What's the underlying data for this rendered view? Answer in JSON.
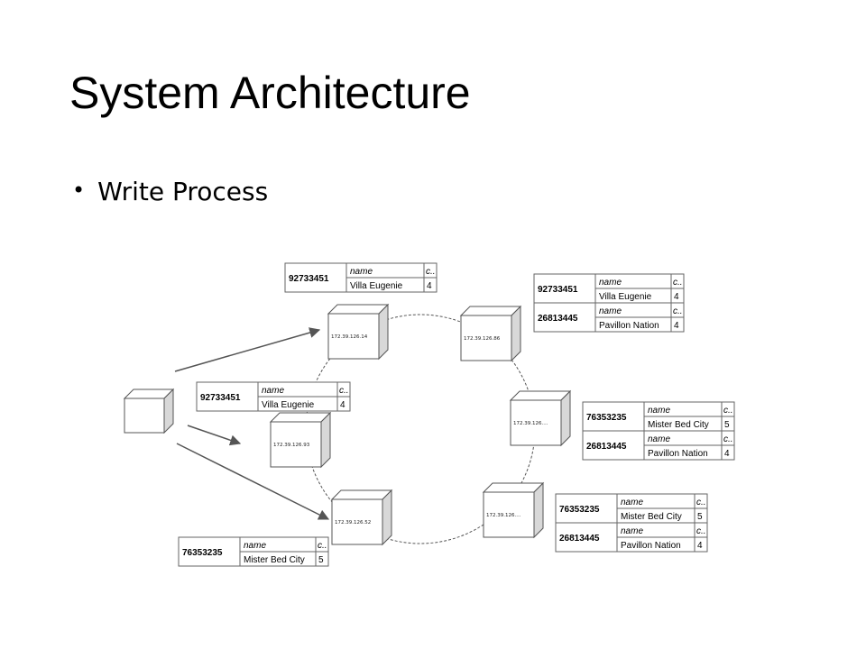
{
  "title": "System Architecture",
  "bullets": [
    "Write Process"
  ],
  "nodes": [
    {
      "id": "n1",
      "label": "172.39.126.14"
    },
    {
      "id": "n2",
      "label": "172.39.126.86"
    },
    {
      "id": "n3",
      "label": "172.39.126...."
    },
    {
      "id": "n4",
      "label": "172.39.126...."
    },
    {
      "id": "n5",
      "label": "172.39.126.52"
    },
    {
      "id": "n6",
      "label": "172.39.126.93"
    }
  ],
  "tables": [
    {
      "id": "t-n1",
      "rows": [
        {
          "key": "92733451",
          "hdr": [
            "name",
            "c.."
          ],
          "val": [
            "Villa Eugenie",
            "4"
          ]
        }
      ]
    },
    {
      "id": "t-n2",
      "rows": [
        {
          "key": "92733451",
          "hdr": [
            "name",
            "c.."
          ],
          "val": [
            "Villa Eugenie",
            "4"
          ]
        },
        {
          "key": "26813445",
          "hdr": [
            "name",
            "c.."
          ],
          "val": [
            "Pavillon Nation",
            "4"
          ]
        }
      ]
    },
    {
      "id": "t-n6",
      "rows": [
        {
          "key": "92733451",
          "hdr": [
            "name",
            "c.."
          ],
          "val": [
            "Villa Eugenie",
            "4"
          ]
        }
      ]
    },
    {
      "id": "t-n3",
      "rows": [
        {
          "key": "76353235",
          "hdr": [
            "name",
            "c.."
          ],
          "val": [
            "Mister Bed City",
            "5"
          ]
        },
        {
          "key": "26813445",
          "hdr": [
            "name",
            "c.."
          ],
          "val": [
            "Pavillon Nation",
            "4"
          ]
        }
      ]
    },
    {
      "id": "t-n4",
      "rows": [
        {
          "key": "76353235",
          "hdr": [
            "name",
            "c.."
          ],
          "val": [
            "Mister Bed City",
            "5"
          ]
        },
        {
          "key": "26813445",
          "hdr": [
            "name",
            "c.."
          ],
          "val": [
            "Pavillon Nation",
            "4"
          ]
        }
      ]
    },
    {
      "id": "t-n5",
      "rows": [
        {
          "key": "76353235",
          "hdr": [
            "name",
            "c.."
          ],
          "val": [
            "Mister Bed City",
            "5"
          ]
        }
      ]
    }
  ],
  "colors": {
    "line": "#555555",
    "box": "#ffffff",
    "box_side": "#d8d8d8",
    "table_border": "#666666"
  }
}
